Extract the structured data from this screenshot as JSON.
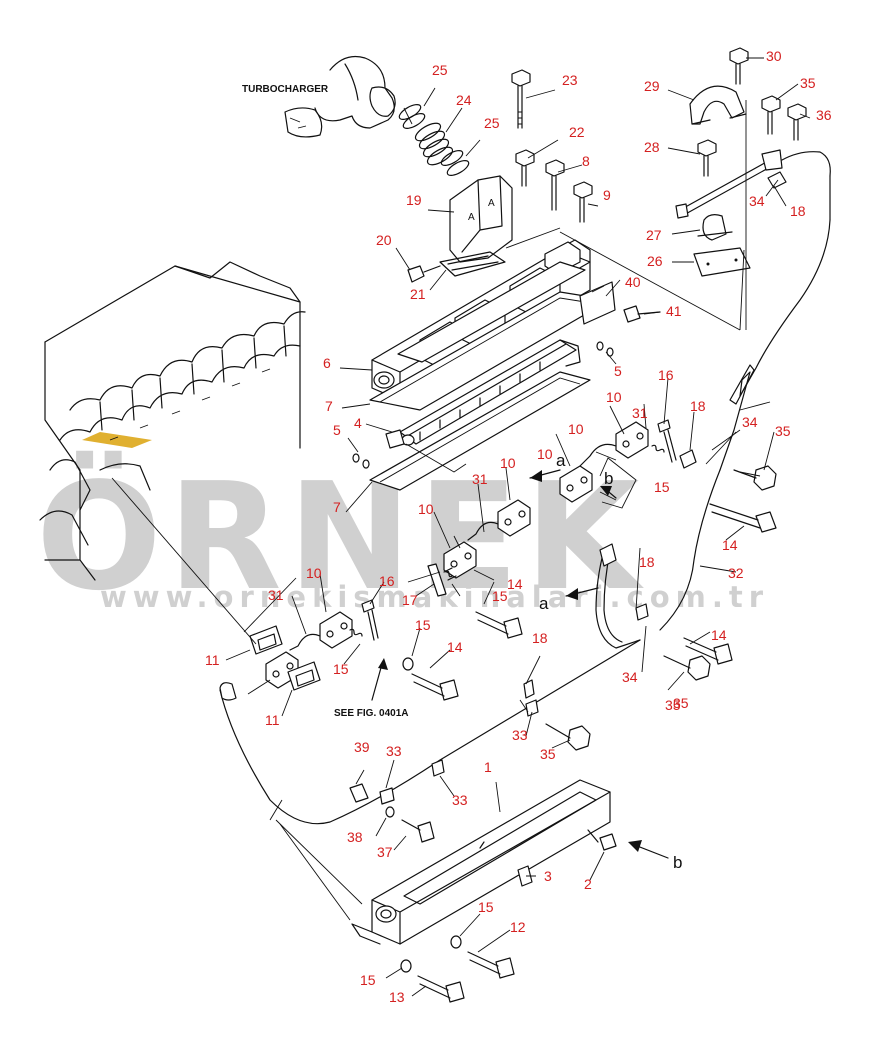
{
  "colors": {
    "callout": "#d42020",
    "ink": "#111111",
    "watermark": "#d0d0d0",
    "accent": "#e0b030"
  },
  "labels": {
    "turbocharger": "TURBOCHARGER",
    "see_fig": "SEE FIG. 0401A",
    "letter_a": "a",
    "letter_b": "b"
  },
  "watermark": {
    "brand": "ÖRNEK",
    "url": "www.ornekismakinalari.com.tr"
  },
  "callouts": [
    "25",
    "24",
    "25",
    "23",
    "22",
    "8",
    "9",
    "19",
    "20",
    "21",
    "6",
    "7",
    "5",
    "4",
    "7",
    "40",
    "41",
    "5",
    "29",
    "30",
    "35",
    "36",
    "28",
    "34",
    "18",
    "27",
    "26",
    "10",
    "31",
    "10",
    "16",
    "18",
    "34",
    "35",
    "15",
    "10",
    "31",
    "10",
    "15",
    "17",
    "14",
    "14",
    "32",
    "35",
    "10",
    "31",
    "16",
    "15",
    "15",
    "14",
    "11",
    "10",
    "11",
    "18",
    "14",
    "34",
    "35",
    "18",
    "33",
    "35",
    "39",
    "33",
    "33",
    "1",
    "38",
    "37",
    "3",
    "2",
    "15",
    "12",
    "15",
    "13"
  ]
}
